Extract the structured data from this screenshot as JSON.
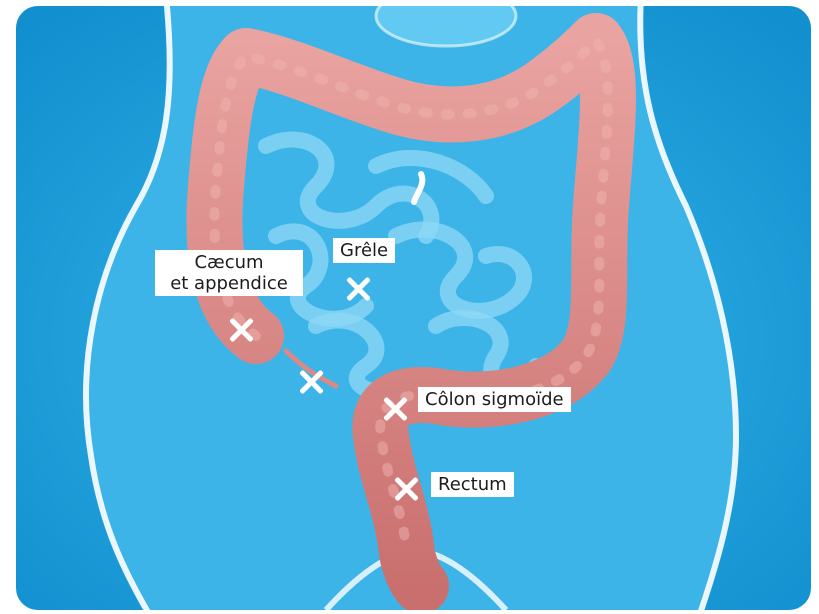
{
  "labels": {
    "caecum_line1": "Cæcum",
    "caecum_line2": "et appendice",
    "grele": "Grêle",
    "colon_sigmoide": "Côlon sigmoïde",
    "rectum": "Rectum"
  },
  "colors": {
    "background": "#1aa0dc",
    "body_fill": "#4cc0ee",
    "colon": "#d98a88",
    "intestine": "#8bd6f4",
    "marker": "#ffffff"
  },
  "markers": [
    "caecum-marker",
    "appendix-marker",
    "grele-marker",
    "sigmoid-marker",
    "rectum-marker"
  ]
}
